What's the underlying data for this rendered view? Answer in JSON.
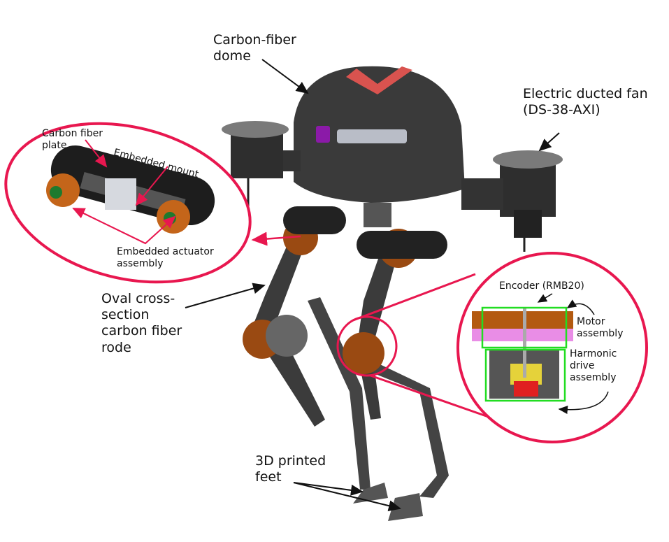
{
  "labels": {
    "dome": [
      "Carbon-fiber",
      "dome"
    ],
    "fan": [
      "Electric ducted fan",
      "(DS-38-AXI)"
    ],
    "plate": [
      "Carbon fiber",
      "plate"
    ],
    "mount": "Embedded mount",
    "actuator": [
      "Embedded actuator",
      "assembly"
    ],
    "rode": [
      "Oval cross-",
      "section",
      "carbon fiber",
      "rode"
    ],
    "encoder": "Encoder (RMB20)",
    "motor": [
      "Motor",
      "assembly"
    ],
    "harmonic": [
      "Harmonic",
      "drive",
      "assembly"
    ],
    "feet": [
      "3D printed",
      "feet"
    ]
  },
  "colors": {
    "callout": "#e8174f",
    "highlight_box": "#22dd22",
    "dome_body": "#3a3a3a",
    "dome_x_mark": "#d9534f",
    "actuator_orange": "#c4651a"
  }
}
